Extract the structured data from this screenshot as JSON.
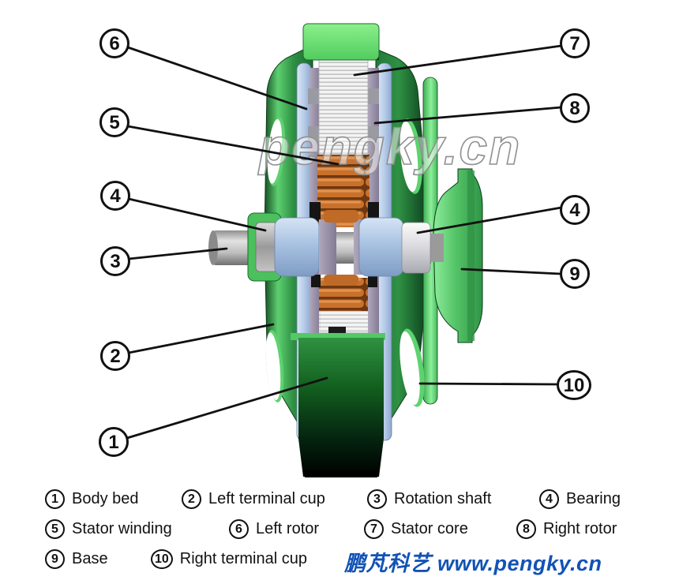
{
  "watermark": "pengky.cn",
  "branding": "鹏芃科艺 www.pengky.cn",
  "callouts": {
    "n1": "1",
    "n2": "2",
    "n3": "3",
    "n4": "4",
    "n5": "5",
    "n6": "6",
    "n7": "7",
    "n8": "8",
    "n9": "9",
    "n10": "10"
  },
  "legend": {
    "items": [
      {
        "num": "1",
        "label": "Body bed"
      },
      {
        "num": "2",
        "label": "Left terminal cup"
      },
      {
        "num": "3",
        "label": "Rotation shaft"
      },
      {
        "num": "4",
        "label": "Bearing"
      },
      {
        "num": "5",
        "label": "Stator winding"
      },
      {
        "num": "6",
        "label": "Left rotor"
      },
      {
        "num": "7",
        "label": "Stator core"
      },
      {
        "num": "8",
        "label": "Right rotor"
      },
      {
        "num": "9",
        "label": "Base"
      },
      {
        "num": "10",
        "label": "Right terminal cup"
      }
    ]
  },
  "colors": {
    "casing_green": "#2e8f43",
    "highlight_green": "#8df09a",
    "rotor_blue": "#b7cce8",
    "rotor_gray": "#9a90a6",
    "winding_copper": "#c9712c",
    "lamination_white": "#f3f3f3",
    "shaft_gray": "#c6c6c6",
    "brand_blue": "#1253b5",
    "callout_ink": "#111111"
  }
}
